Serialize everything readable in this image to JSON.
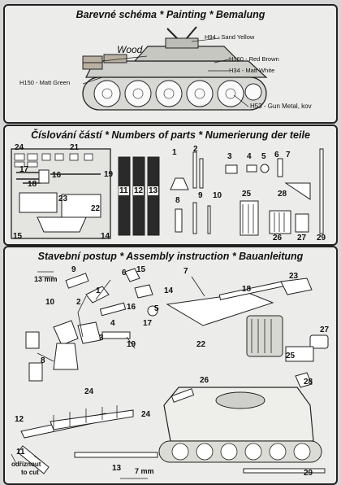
{
  "painting": {
    "title": "Barevné schéma * Painting * Bemalung",
    "wood": "Wood",
    "colors": [
      {
        "code": "H94",
        "name": "Sand Yellow",
        "label": "H94 - Sand Yellow"
      },
      {
        "code": "H160",
        "name": "Red Brown",
        "label": "H160 - Red Brown"
      },
      {
        "code": "H34",
        "name": "Matt White",
        "label": "H34 - Matt White"
      },
      {
        "code": "H150",
        "name": "Matt Green",
        "label": "H150 - Matt Green"
      },
      {
        "code": "H53",
        "name": "Gun Metal, kov",
        "label": "H53 - Gun Metal, kov"
      }
    ]
  },
  "parts": {
    "title": "Číslování částí * Numbers of parts * Numerierung der teile",
    "fret_numbers": [
      "24",
      "21",
      "17",
      "16",
      "19",
      "18",
      "23",
      "22",
      "15",
      "14",
      "11",
      "12",
      "13"
    ],
    "part_numbers": [
      "1",
      "2",
      "3",
      "4",
      "5",
      "6",
      "7",
      "8",
      "9",
      "10",
      "25",
      "28",
      "26",
      "27",
      "29"
    ]
  },
  "assembly": {
    "title": "Stavební postup * Assembly instruction * Bauanleitung",
    "dim_13": "13 mm",
    "dim_7": "7 mm",
    "cut_note_1": "odříznout",
    "cut_note_2": "to cut",
    "step_numbers": [
      "9",
      "10",
      "6",
      "15",
      "7",
      "18",
      "23",
      "2",
      "1",
      "14",
      "16",
      "5",
      "4",
      "17",
      "3",
      "22",
      "27",
      "25",
      "8",
      "19",
      "26",
      "28",
      "24",
      "12",
      "11",
      "24",
      "13",
      "29"
    ]
  }
}
